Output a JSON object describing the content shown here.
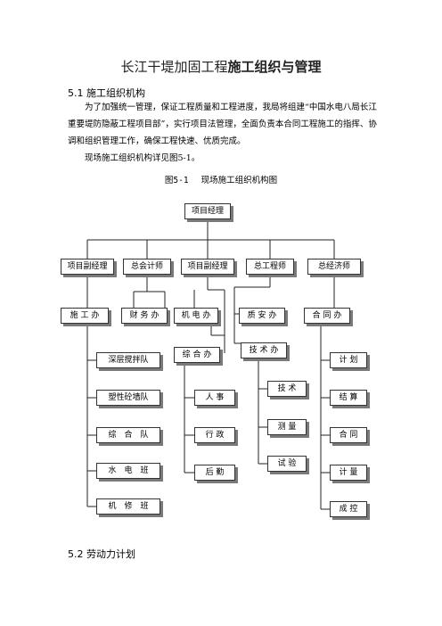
{
  "title": {
    "plain": "长江干堤加固工程",
    "bold": "施工组织与管理"
  },
  "section_1": {
    "heading": "5.1 施工组织机构",
    "paragraph_1": "为了加强统一管理，保证工程质量和工程进度，我局将组建“中国水电八局长江重要堤防隐蔽工程项目部”，实行项目法管理，全面负责本合同工程施工的指挥、协调和组织管理工作，确保工程快速、优质完成。",
    "paragraph_2": "现场施工组织机构详见图5-1。"
  },
  "figure": {
    "number": "图5-1",
    "caption": "现场施工组织机构图",
    "nodes": {
      "root": "项目经理",
      "deputy_pm_left": "项目副经理",
      "chief_accountant": "总会计师",
      "deputy_pm_mid": "项目副经理",
      "chief_engineer": "总工程师",
      "chief_economist": "总经济师",
      "construction_office": "施 工 办",
      "finance_office": "财 务 办",
      "mech_elec_office": "机 电 办",
      "quality_safety_office": "质 安 办",
      "contract_office": "合 同 办",
      "general_office": "综 合 办",
      "technical_office": "技 术 办",
      "construction_teams": [
        "深层搅拌队",
        "塑性砼墙队",
        "综　合　队",
        "水　电　班",
        "机　修　班"
      ],
      "general_units": [
        "人 事",
        "行 政",
        "后 勤"
      ],
      "technical_units": [
        "技 术",
        "测 量",
        "试 验"
      ],
      "contract_units": [
        "计 划",
        "结 算",
        "合 同",
        "计 量",
        "成 控"
      ]
    }
  },
  "section_2": {
    "heading": "5.2 劳动力计划"
  }
}
